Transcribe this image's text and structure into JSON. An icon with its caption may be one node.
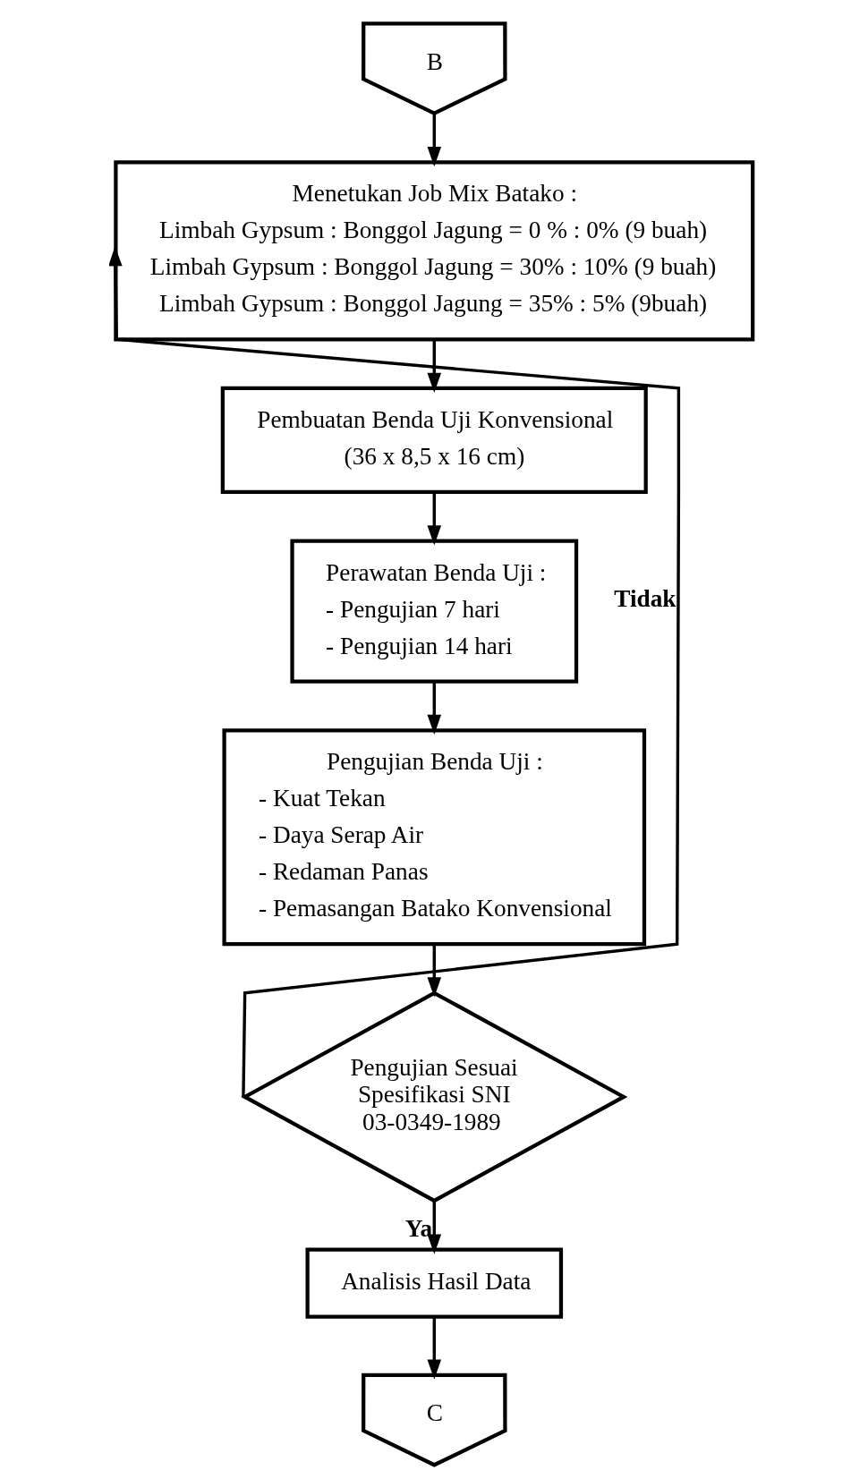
{
  "diagram": {
    "nodes": [
      {
        "text": [
          "B"
        ]
      },
      {
        "text": [
          "Menetukan Job Mix Batako :",
          "Limbah Gypsum : Bonggol Jagung = 0 % : 0% (9 buah)",
          "Limbah Gypsum : Bonggol Jagung = 30% : 10% (9 buah)",
          "Limbah Gypsum : Bonggol Jagung = 35% : 5% (9buah)"
        ]
      },
      {
        "text": [
          "Pembuatan Benda Uji Konvensional",
          "(36 x 8,5 x 16 cm)"
        ]
      },
      {
        "text": [
          "Perawatan Benda Uji :",
          "- Pengujian 7 hari",
          "- Pengujian 14 hari"
        ]
      },
      {
        "text": [
          "Pengujian Benda Uji :",
          "- Kuat Tekan",
          "- Daya Serap Air",
          "- Redaman Panas",
          "- Pemasangan Batako Konvensional"
        ]
      },
      {
        "text": [
          "Pengujian Sesuai Spesifikasi SNI 03-0349-1989"
        ]
      },
      {
        "text": [
          "Analisis Hasil Data"
        ]
      },
      {
        "text": [
          "C"
        ]
      }
    ],
    "edges": [
      {
        "from": 0,
        "to": 1,
        "arrow": "to"
      },
      {
        "from": 1,
        "to": 2,
        "arrow": "to"
      },
      {
        "from": 2,
        "to": 3,
        "arrow": "to"
      },
      {
        "from": 3,
        "to": 4,
        "arrow": "to"
      },
      {
        "from": 4,
        "to": 5,
        "arrow": "to"
      },
      {
        "from": 5,
        "to": 1,
        "arrow": "to",
        "label": "Tidak"
      },
      {
        "from": 5,
        "to": 6,
        "arrow": "to",
        "label": "Ya"
      },
      {
        "from": 6,
        "to": 7,
        "arrow": "to"
      }
    ]
  }
}
